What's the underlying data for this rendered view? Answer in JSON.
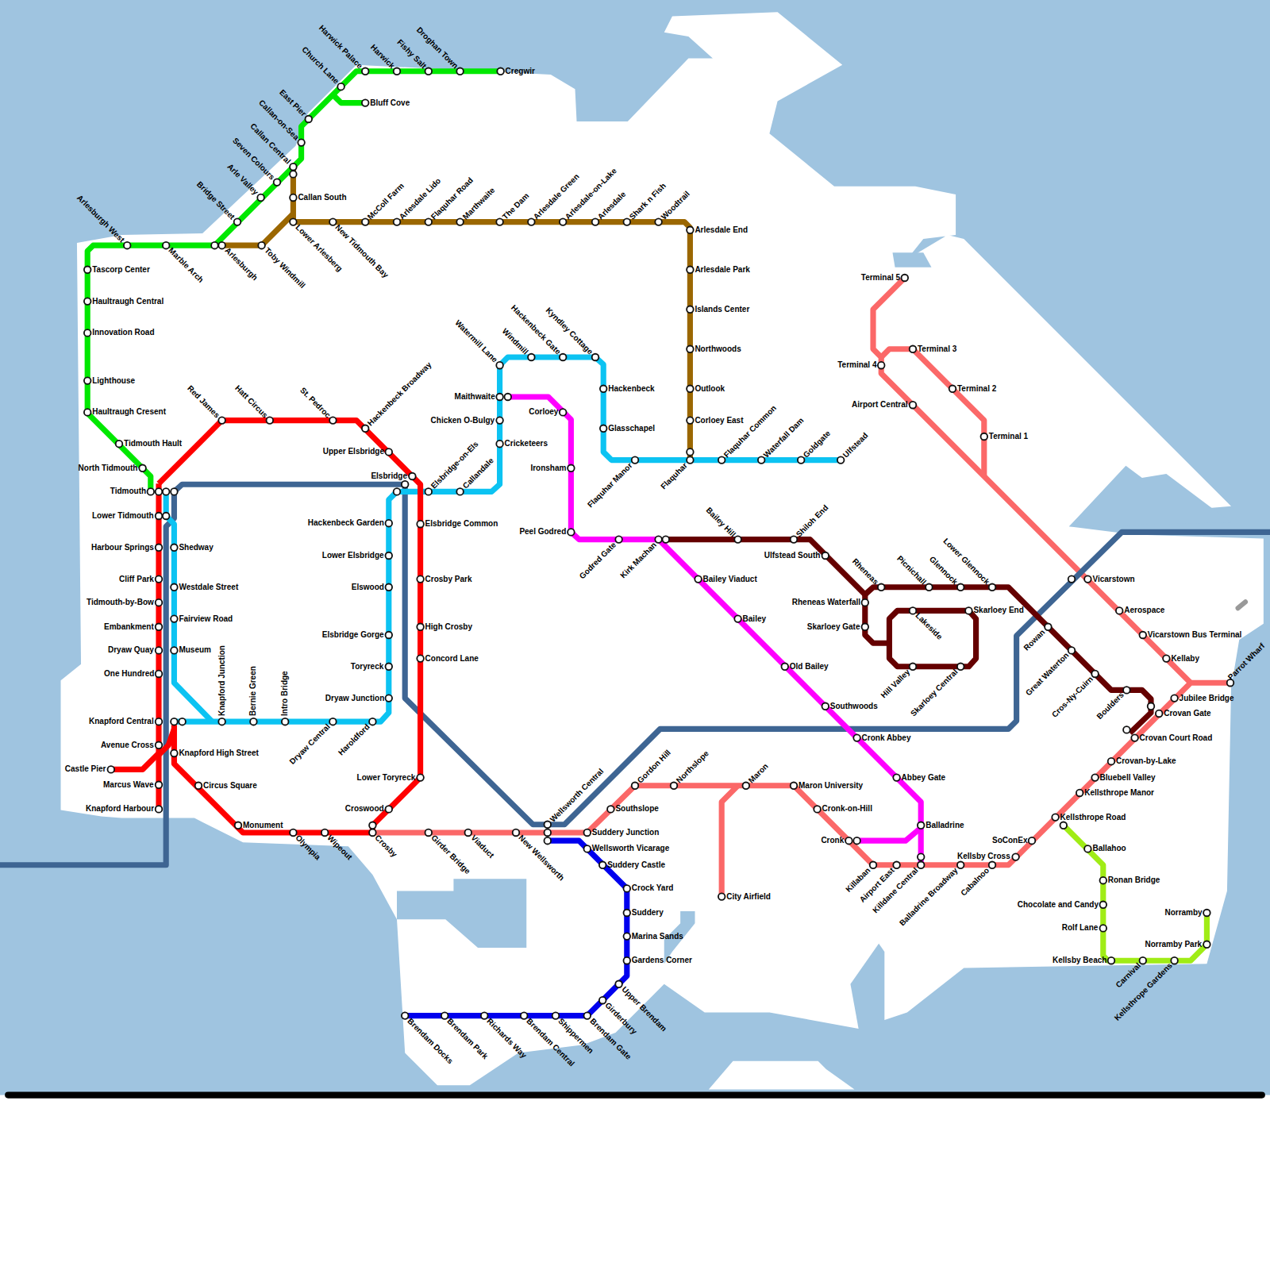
{
  "diagram": {
    "labels": [
      "Harwick Palace",
      "Harwick",
      "Fishy Salt",
      "Droghan Town",
      "Cregwir",
      "Church Lane",
      "Bluff Cove",
      "East Pier",
      "Callan-on-Sea",
      "Callan Central",
      "Seven Colours",
      "Callan South",
      "Arle Valley",
      "Bridge Street",
      "McColl Farm",
      "Arlesdale Lido",
      "Flaquhar Road",
      "Marthwaite",
      "The Dam",
      "Arlesdale Green",
      "Arlesdale-on-Lake",
      "Arlesdale",
      "Shark n Fish",
      "Woodtrail",
      "Arlesdale End",
      "Lower Arlesberg",
      "New Tidmouth Bay",
      "Arlesburgh West",
      "Marble Arch",
      "Arlesburgh",
      "Toby Windmill",
      "Tascorp Center",
      "Arlesdale Park",
      "Terminal 5",
      "Haultraugh Central",
      "Islands Center",
      "Innovation Road",
      "Northwoods",
      "Terminal 3",
      "Watermill Lane",
      "Windmill",
      "Hackenbeck Gate",
      "Kyndley Cottage",
      "Terminal 4",
      "Lighthouse",
      "Hackenbeck",
      "Outlook",
      "Terminal 2",
      "Maithwaite",
      "Airport Central",
      "Corloey",
      "Haultraugh Cresent",
      "Red James",
      "Hatt Circus",
      "St. Pedroc",
      "Hackenbeck Broadway",
      "Chicken O-Bulgy",
      "Corloey East",
      "Glasschapel",
      "Terminal 1",
      "Tidmouth Hault",
      "Cricketeers",
      "Upper Elsbridge",
      "Flaquhar Manor",
      "Flaquhar",
      "Flaquhar Common",
      "Waterfall Dam",
      "Goldgate",
      "Ulfstead",
      "North Tidmouth",
      "Ironsham",
      "Elsbridge",
      "Elsbridge-on-Els",
      "Callandale",
      "Tidmouth",
      "Lower Tidmouth",
      "Hackenbeck Garden",
      "Elsbridge Common",
      "Peel Godred",
      "Godred Gate",
      "Kirk Machan",
      "Bailey Hill",
      "Shiloh End",
      "Harbour Springs",
      "Shedway",
      "Lower Elsbridge",
      "Ulfstead South",
      "Rheneas",
      "Picnichall",
      "Glennock",
      "Lower Glennock",
      "Cliff Park",
      "Crosby Park",
      "Bailey Viaduct",
      "Vicarstown",
      "Westdale Street",
      "Elswood",
      "Tidmouth-by-Bow",
      "Rheneas Waterfall",
      "Lakeside",
      "Skarloey End",
      "Aerospace",
      "Fairview Road",
      "Bailey",
      "Embankment",
      "High Crosby",
      "Skarloey Gate",
      "Rowan",
      "Elsbridge Gorge",
      "Vicarstown Bus Terminal",
      "Dryaw Quay",
      "Museum",
      "Great Waterton",
      "Knapford Junction",
      "Bernie Green",
      "Intro Bridge",
      "Toryreck",
      "Concord Lane",
      "Old Bailey",
      "Hill Valley",
      "Skarloey Central",
      "Kellaby",
      "Parrot Wharf",
      "One Hundred",
      "Cros-Ny-Cuirn",
      "Boulders",
      "Jubilee Bridge",
      "Dryaw Junction",
      "Southwoods",
      "Crovan Gate",
      "Knapford Central",
      "Dryaw Central",
      "Haroldford",
      "Cronk Abbey",
      "Crovan Court Road",
      "Avenue Cross",
      "Knapford High Street",
      "Crovan-by-Lake",
      "Castle Pier",
      "Lower Toryreck",
      "Abbey Gate",
      "Bluebell Valley",
      "Marcus Wave",
      "Circus Square",
      "Gordon Hill",
      "Northslope",
      "Maron",
      "Maron University",
      "Kellsthrope Manor",
      "Knapford Harbour",
      "Croswood",
      "Southslope",
      "Cronk-on-Hill",
      "Kellsthrope Road",
      "Wellsworth Central",
      "Monument",
      "Balladrine",
      "Olympia",
      "Wipeout",
      "Crosby",
      "Girder Bridge",
      "Viaduct",
      "New Wellsworth",
      "Suddery Junction",
      "Cronk",
      "SoConEx",
      "Wellsworth Vicarage",
      "Ballahoo",
      "Kellsby Cross",
      "Suddery Castle",
      "Killaban",
      "Airport East",
      "Killdane Central",
      "Balladrine Broadway",
      "Cabalnoo",
      "Ronan Bridge",
      "Crock Yard",
      "City Airfield",
      "Chocolate and Candy",
      "Suddery",
      "Norramby",
      "Marina Sands",
      "Rolf Lane",
      "Norramby Park",
      "Gardens Corner",
      "Kellsby Beach",
      "Carnival",
      "Kellsthrope Gardens",
      "Upper Brendam",
      "Girderbury",
      "Brendam Docks",
      "Brendam Park",
      "Richards Way",
      "Brendam Central",
      "Shippermen",
      "Brendam Gate"
    ]
  }
}
